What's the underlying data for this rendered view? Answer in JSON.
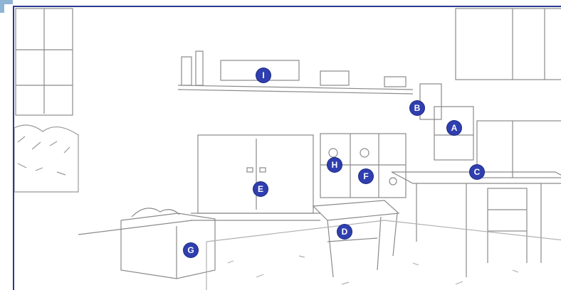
{
  "labels": {
    "A": "A",
    "B": "B",
    "C": "C",
    "D": "D",
    "E": "E",
    "F": "F",
    "G": "G",
    "H": "H",
    "I": "I"
  },
  "colors": {
    "frame": "#2b3a8f",
    "marker": "#2f3fb0",
    "corner": "#8fb4d6",
    "sketch": "#8a8a8a"
  }
}
